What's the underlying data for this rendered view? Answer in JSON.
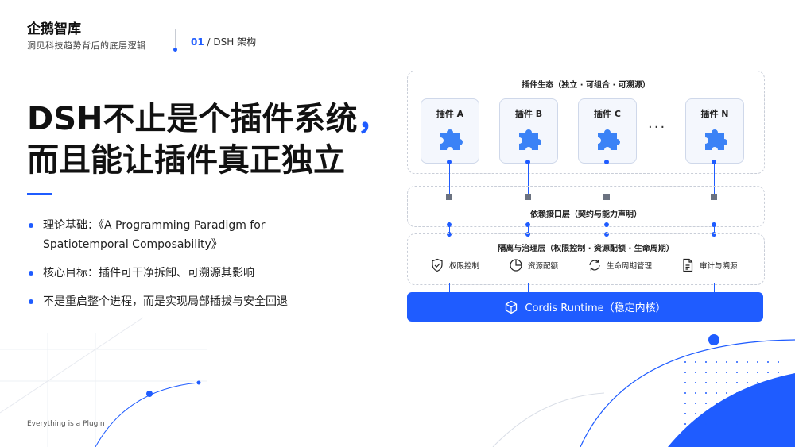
{
  "brand": {
    "title": "企鹅智库",
    "subtitle": "洞见科技趋势背后的底层逻辑"
  },
  "breadcrumb": {
    "number": "01",
    "separator": " / ",
    "label": "DSH 架构"
  },
  "headline": {
    "line1": "DSH不止是个插件系统",
    "comma": "，",
    "line2": "而且能让插件真正独立"
  },
  "bullets": [
    "理论基础：《A Programming Paradigm for Spatiotemporal Composability》",
    "核心目标：插件可干净拆卸、可溯源其影响",
    "不是重启整个进程，而是实现局部插拔与安全回退"
  ],
  "footer": "Everything is a Plugin",
  "diagram": {
    "ecosystem_title": "插件生态（独立 · 可组合 · 可溯源）",
    "plugins": [
      "插件 A",
      "插件 B",
      "插件 C",
      "插件 N"
    ],
    "ellipsis": "···",
    "dependency_title": "依赖接口层（契约与能力声明）",
    "governance_title": "隔离与治理层（权限控制 · 资源配额 · 生命周期）",
    "governance_items": [
      {
        "icon": "shield-check-icon",
        "label": "权限控制"
      },
      {
        "icon": "pie-chart-icon",
        "label": "资源配额"
      },
      {
        "icon": "refresh-cycle-icon",
        "label": "生命周期管理"
      },
      {
        "icon": "document-icon",
        "label": "审计与溯源"
      }
    ],
    "runtime_label": "Cordis Runtime（稳定内核）"
  },
  "colors": {
    "accent": "#1f5cff",
    "puzzle": "#3b82f6",
    "node": "#6b7280"
  }
}
